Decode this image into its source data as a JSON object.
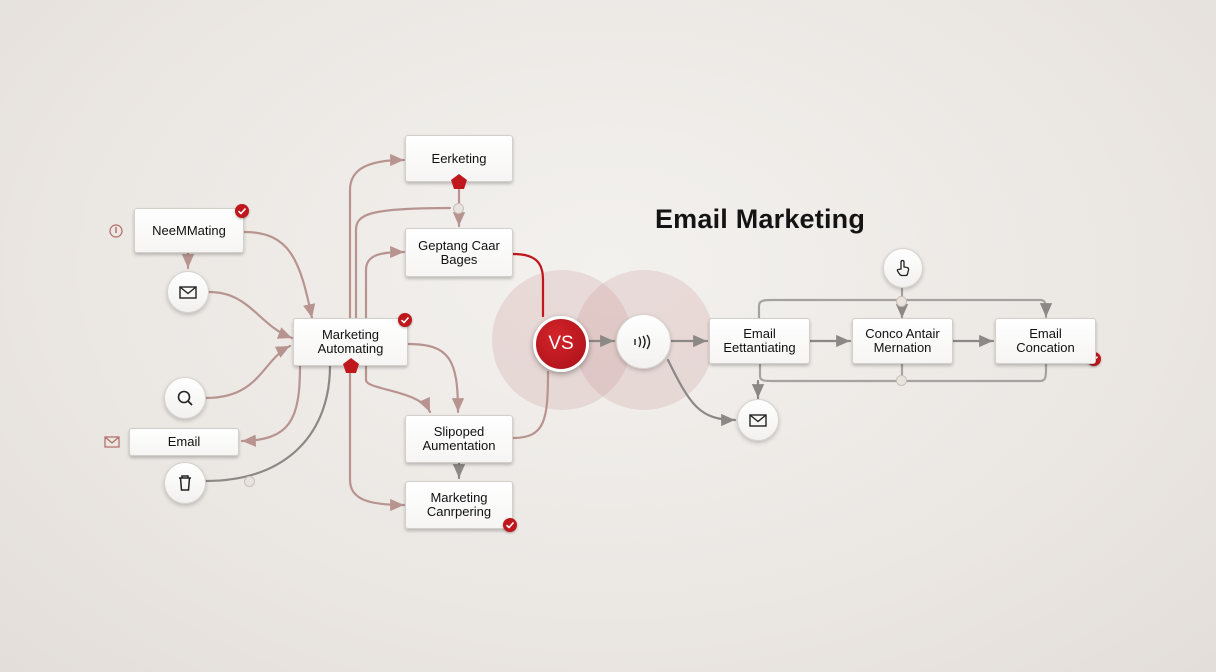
{
  "title": "Email Marketing",
  "vs_label": "VS",
  "nodes": {
    "neem": "NeeMMating",
    "email_left": "Email",
    "marketing_automating": "Marketing Automating",
    "eerketing": "Eerketing",
    "geptang": "Geptang Caar Bages",
    "slipoped": "Slipoped Aumentation",
    "marketing_canrpering": "Marketing Canrpering",
    "email_eettantiating": "Email Eettantiating",
    "conco_antair": "Conco Antair Mernation",
    "email_concation": "Email Concation"
  },
  "colors": {
    "accent_red": "#c0171d",
    "connector_brown": "#b89490",
    "connector_gray": "#8c8885"
  },
  "icons": [
    "mail-icon",
    "search-icon",
    "trash-icon",
    "signal-icon",
    "hand-pointer-icon",
    "thermometer-icon",
    "check-icon"
  ]
}
